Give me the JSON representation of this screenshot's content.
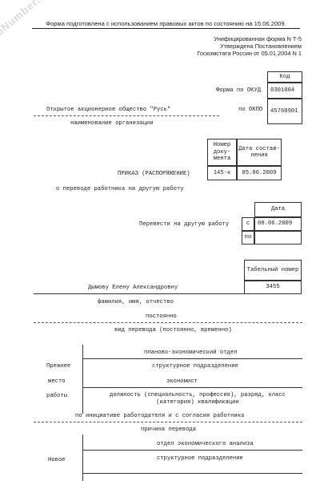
{
  "watermark": "NoNumber.ru",
  "header": {
    "notice": "Форма подготовлена с использованием правовых актов по состоянию на 15.06.2009."
  },
  "form_title": {
    "line1": "Унифицированная форма N Т-5",
    "line2": "Утверждена Постановлением",
    "line3": "Госкомстата России от 05.01.2004 N 1"
  },
  "codes": {
    "kod_label": "Код",
    "okud_label": "Форма по ОКУД",
    "okud_value": "0301004",
    "okpo_label": "по ОКПО",
    "okpo_value": "45760901"
  },
  "organization": {
    "name": "Открытое акционерное общество \"Русь\"",
    "caption": "наименование организации"
  },
  "order": {
    "number_header": "Номер доку- мента",
    "date_header": "Дата состав- ления",
    "title": "ПРИКАЗ (РАСПОРЯЖЕНИЕ)",
    "number": "145-к",
    "date": "05.06.2009",
    "subject": "о переводе работника на другую работу"
  },
  "transfer": {
    "date_header": "Дата",
    "label": "Перевести на другую работу",
    "from_label": "с",
    "from_date": "08.06.2009",
    "to_label": "по",
    "to_date": ""
  },
  "employee": {
    "tab_header": "Табельный номер",
    "name": "Дымову Елену Александровну",
    "tab_number": "3455",
    "name_caption": "фамилия, имя, отчество",
    "transfer_type": "постоянно",
    "transfer_type_caption": "вид перевода (постоянно, временно)"
  },
  "previous": {
    "word1": "Прежнее",
    "word2": "место",
    "word3": "работы",
    "department": "планово-экономический отдел",
    "department_caption": "структурное подразделение",
    "position": "экономист",
    "position_caption": "должность (специальность, профессия), разряд, класс (категория) квалификации"
  },
  "reason": {
    "text": "по инициативе работодателя и с согласия работника",
    "caption": "причина перевода"
  },
  "new": {
    "word1": "Новое",
    "department": "отдел экономического анализа",
    "department_caption": "структурное подразделение"
  }
}
